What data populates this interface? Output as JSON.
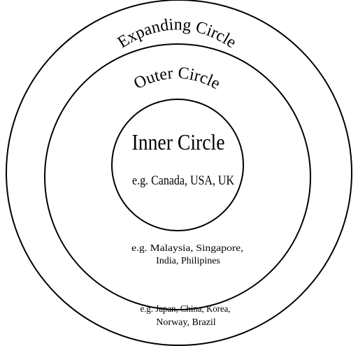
{
  "diagram": {
    "expanding": {
      "title": "Expanding Circle",
      "examples_line1": "e.g.  Japan, China, Korea,",
      "examples_line2": "Norway, Brazil"
    },
    "outer": {
      "title": "Outer Circle",
      "examples_line1": "e.g.  Malaysia, Singapore,",
      "examples_line2": "India, Philipines"
    },
    "inner": {
      "title": "Inner Circle",
      "examples": "e.g.  Canada, USA, UK"
    }
  }
}
